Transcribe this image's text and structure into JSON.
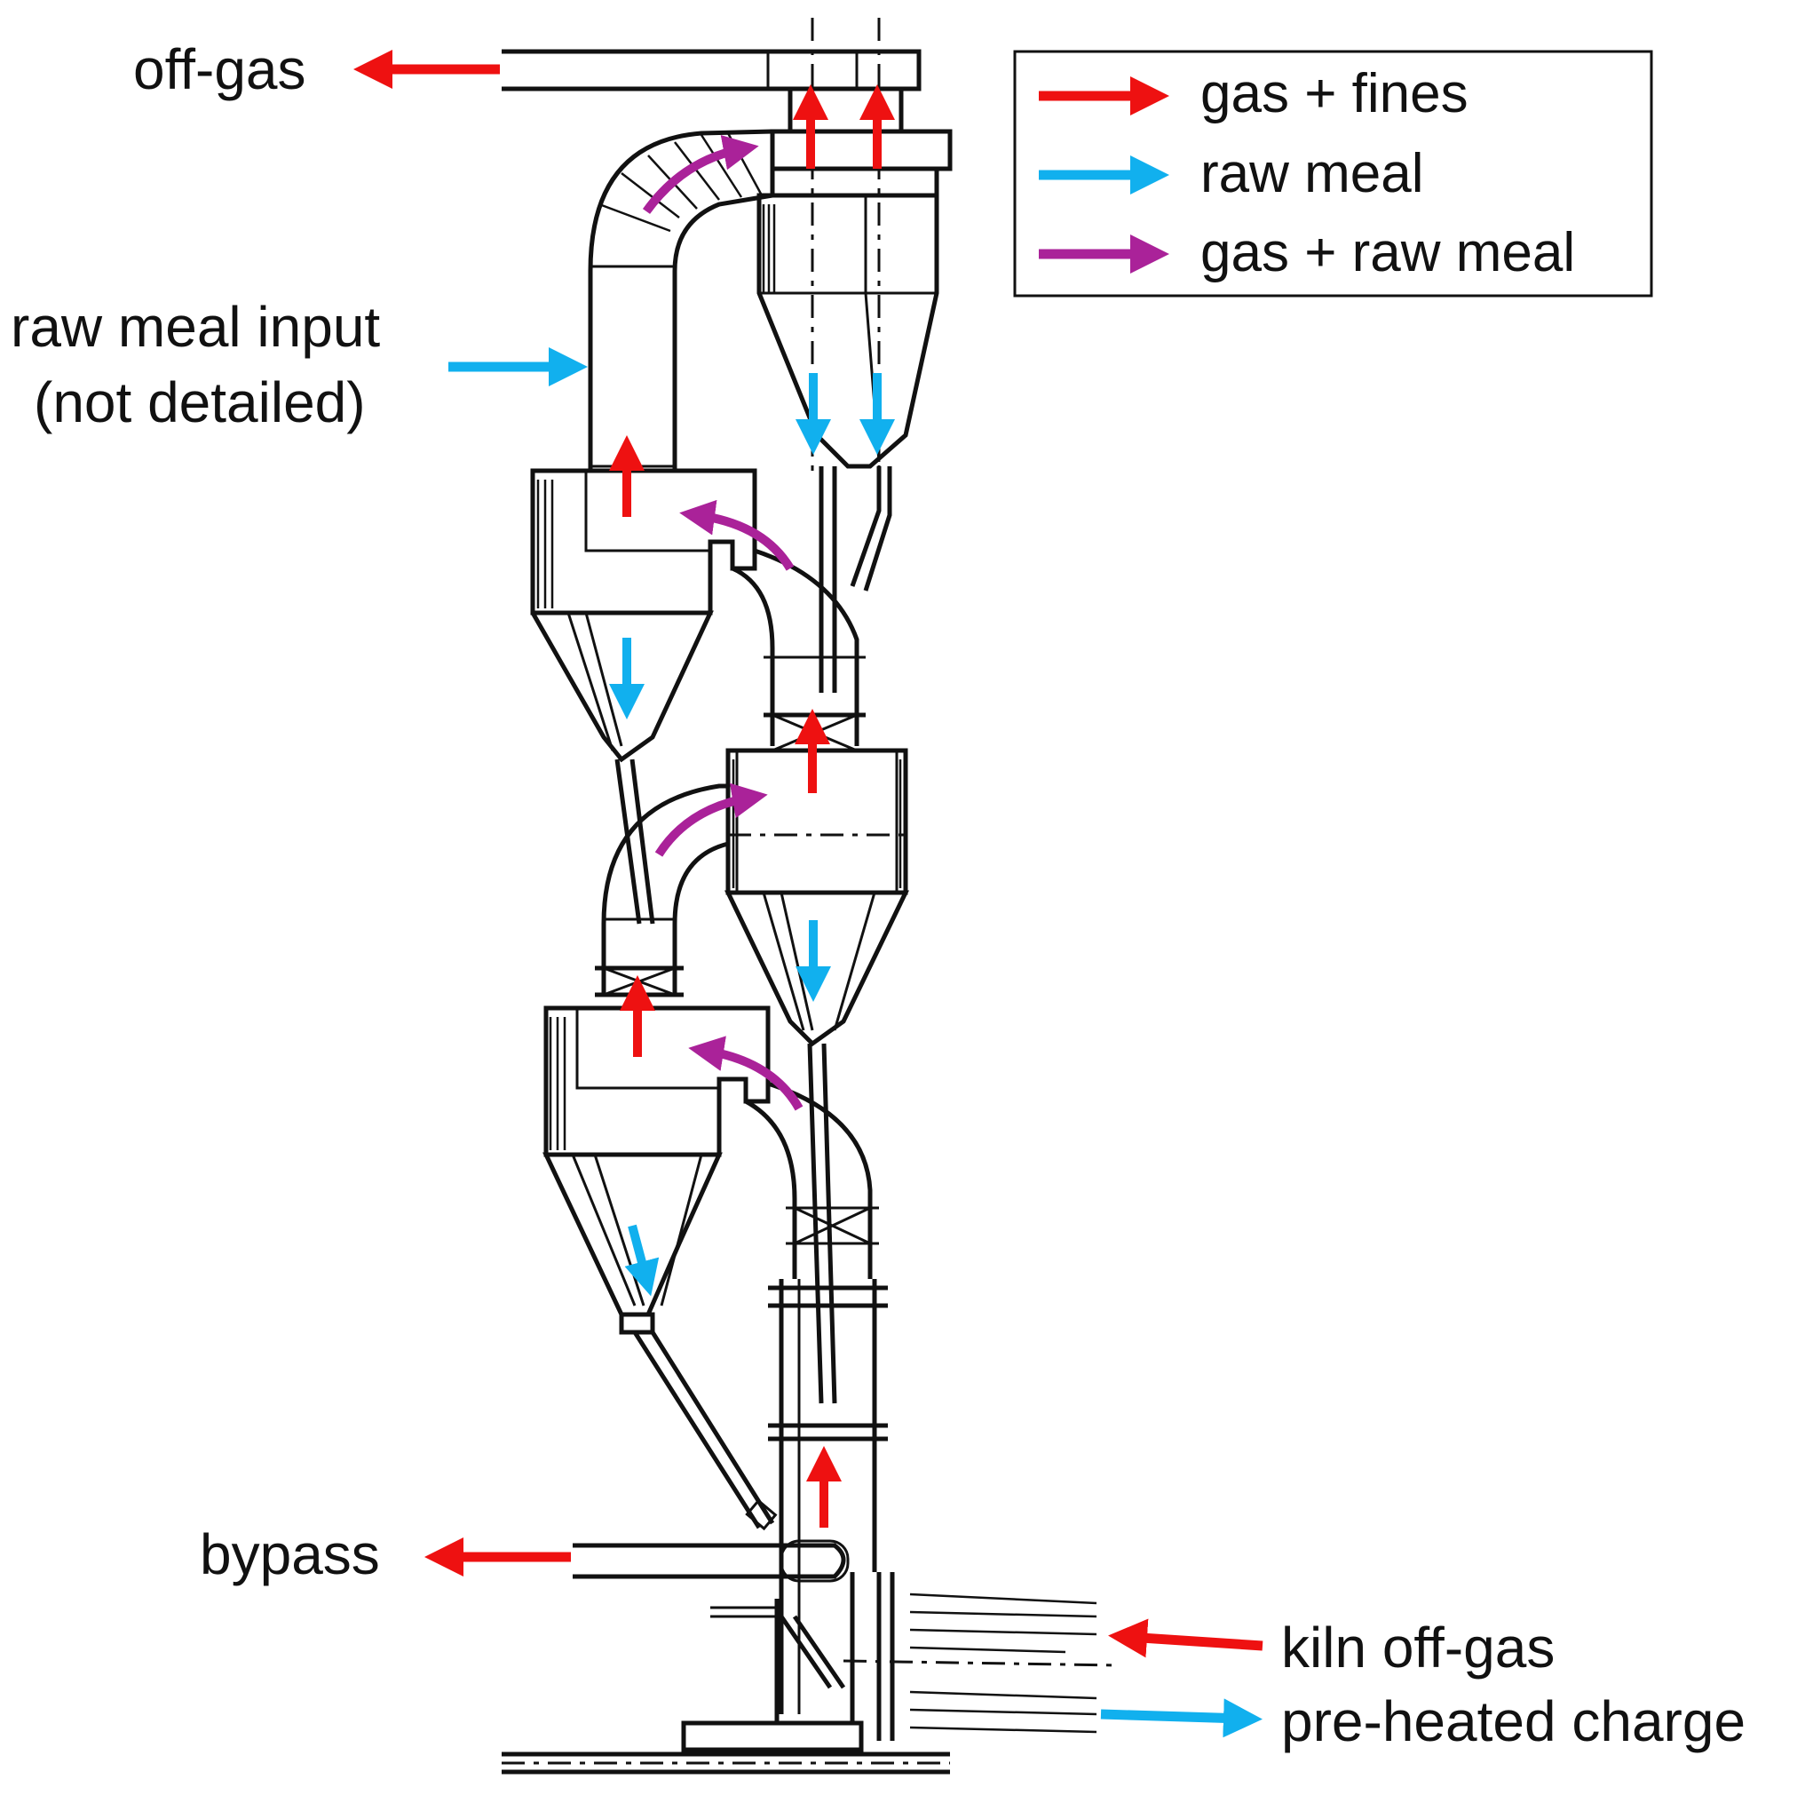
{
  "legend": {
    "items": [
      {
        "label": "gas + fines",
        "color": "#ee1111"
      },
      {
        "label": "raw meal",
        "color": "#11b0ee"
      },
      {
        "label": "gas + raw meal",
        "color": "#aa2299"
      }
    ]
  },
  "labels": {
    "off_gas": "off-gas",
    "raw_meal_input_line1": "raw meal input",
    "raw_meal_input_line2": "(not detailed)",
    "bypass": "bypass",
    "kiln_off_gas": "kiln off-gas",
    "pre_heated_charge": "pre-heated charge"
  },
  "colors": {
    "gas_fines": "#ee1111",
    "raw_meal": "#11b0ee",
    "gas_raw_meal": "#aa2299",
    "line": "#111111"
  }
}
